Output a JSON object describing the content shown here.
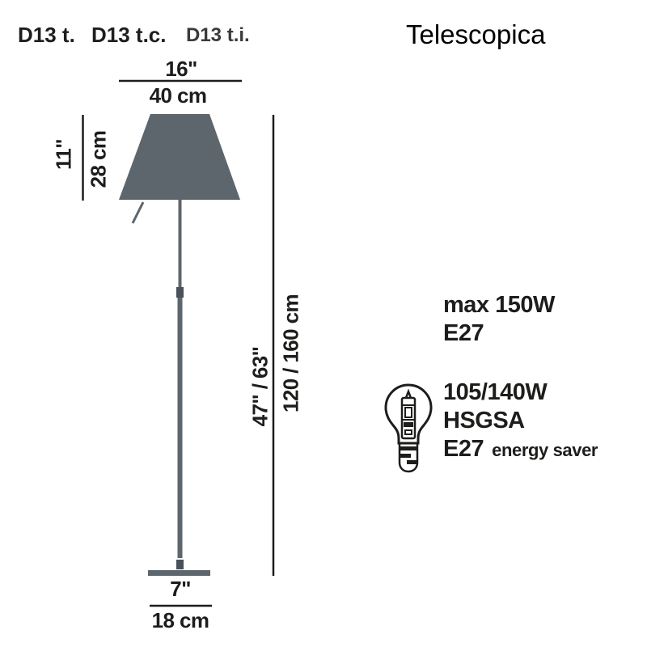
{
  "header": {
    "models": [
      "D13 t.",
      "D13 t.c.",
      "D13 t.i."
    ],
    "title": "Telescopica"
  },
  "dimensions": {
    "shade_diameter_in": "16\"",
    "shade_diameter_cm": "40 cm",
    "shade_height_in": "11\"",
    "shade_height_cm": "28 cm",
    "lamp_height_in": "47\" / 63\"",
    "lamp_height_cm": "120 / 160 cm",
    "base_width_in": "7\"",
    "base_width_cm": "18 cm"
  },
  "specs": {
    "incandescent": {
      "power": "max 150W",
      "socket": "E27"
    },
    "halogen": {
      "power": "105/140W",
      "type": "HSGSA",
      "socket": "E27",
      "socket_note": "energy saver"
    }
  },
  "icons": {
    "bulb": "halogen-bulb-icon"
  },
  "colors": {
    "lamp_gray": "#5d666d",
    "joint_gray": "#49525a",
    "line_black": "#1d1d1b"
  }
}
